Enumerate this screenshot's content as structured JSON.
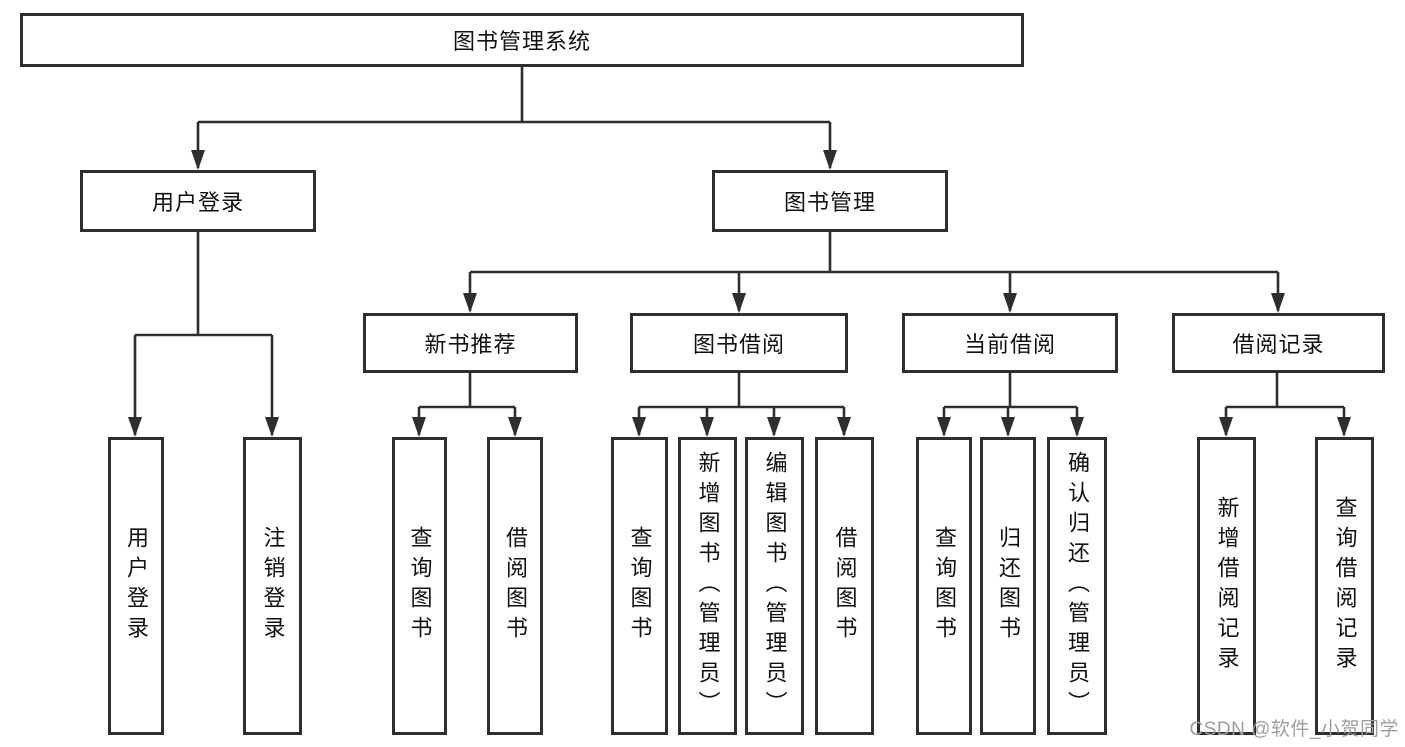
{
  "diagram": {
    "type": "hierarchy-tree",
    "root": {
      "label": "图书管理系统"
    },
    "level2": [
      {
        "label": "用户登录",
        "children": [
          {
            "label": "用户登录"
          },
          {
            "label": "注销登录"
          }
        ]
      },
      {
        "label": "图书管理",
        "children": [
          {
            "label": "新书推荐",
            "children": [
              {
                "label": "查询图书"
              },
              {
                "label": "借阅图书"
              }
            ]
          },
          {
            "label": "图书借阅",
            "children": [
              {
                "label": "查询图书"
              },
              {
                "label": "新增图书（管理员）"
              },
              {
                "label": "编辑图书（管理员）"
              },
              {
                "label": "借阅图书"
              }
            ]
          },
          {
            "label": "当前借阅",
            "children": [
              {
                "label": "查询图书"
              },
              {
                "label": "归还图书"
              },
              {
                "label": "确认归还（管理员）"
              }
            ]
          },
          {
            "label": "借阅记录",
            "children": [
              {
                "label": "新增借阅记录"
              },
              {
                "label": "查询借阅记录"
              }
            ]
          }
        ]
      }
    ]
  },
  "watermark": {
    "text": "CSDN @软件_小贺同学"
  },
  "colors": {
    "line": "#2e2e2e",
    "box_fill": "#ffffff",
    "text": "#111111",
    "watermark": "#9e9e9e",
    "background": "#ffffff"
  }
}
